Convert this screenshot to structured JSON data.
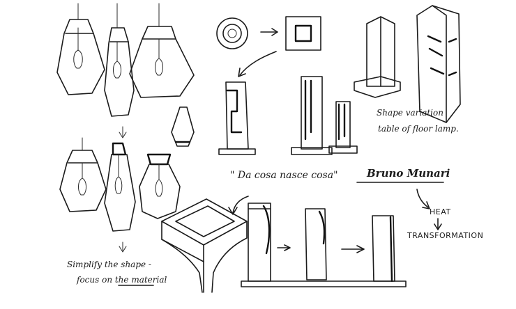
{
  "annotations": {
    "shape_variation_line1": "Shape variation",
    "shape_variation_line2": "table of floor lamp.",
    "quote": "\" Da cosa nasce cosa\"",
    "author": "Bruno Munari",
    "heat": "HEAT",
    "transformation": "TRANSFORMATION",
    "simplify_line1": "Simplify the shape -",
    "simplify_line2": "focus on the material"
  },
  "colors": {
    "ink": "#1b1b1b",
    "paper": "#ffffff"
  }
}
